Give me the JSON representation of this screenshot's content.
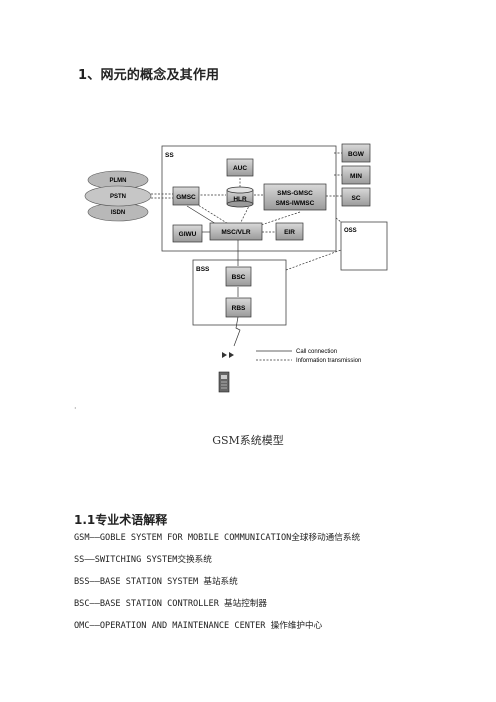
{
  "heading": "1、网元的概念及其作用",
  "diagram": {
    "ss_label": "SS",
    "bss_label": "BSS",
    "oss_label": "OSS",
    "nodes": {
      "auc": "AUC",
      "hlr": "HLR",
      "gmsc": "GMSC",
      "gmsc_sms_1": "SMS-GMSC",
      "gmsc_sms_2": "SMS-IWMSC",
      "giwu": "GIWU",
      "msc_vlr": "MSC/VLR",
      "eir": "EIR",
      "bgw": "BGW",
      "min": "MIN",
      "sc": "SC",
      "bsc": "BSC",
      "rbs": "RBS"
    },
    "networks": [
      "PLMN",
      "PSTN",
      "ISDN"
    ],
    "legend": {
      "call": "Call connection",
      "info": "Information transmission"
    }
  },
  "caption": "GSM系统模型",
  "section_title": "1.1专业术语解释",
  "terms": [
    "GSM——GOBLE SYSTEM FOR MOBILE COMMUNICATION全球移动通信系统",
    "SS——SWITCHING SYSTEM交换系统",
    "BSS——BASE STATION SYSTEM 基站系统",
    "BSC——BASE STATION CONTROLLER 基站控制器",
    "OMC——OPERATION AND MAINTENANCE CENTER 操作维护中心"
  ]
}
